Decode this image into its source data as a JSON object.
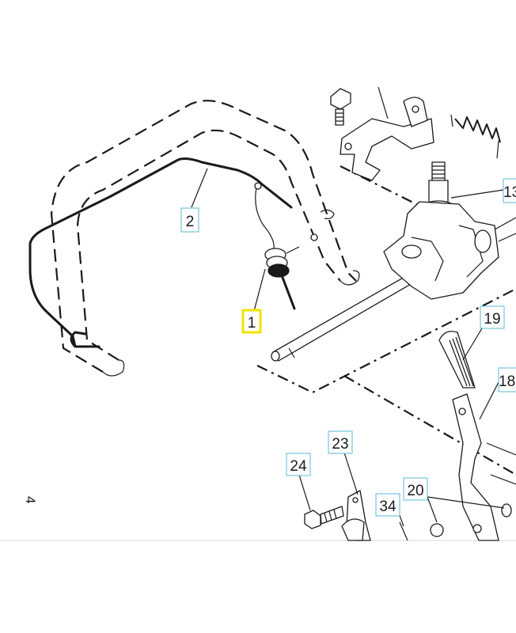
{
  "diagram": {
    "callouts": [
      {
        "id": "c1",
        "label": "1",
        "highlighted": true
      },
      {
        "id": "c2",
        "label": "2",
        "highlighted": false
      },
      {
        "id": "c13",
        "label": "13",
        "highlighted": false
      },
      {
        "id": "c18",
        "label": "18",
        "highlighted": false
      },
      {
        "id": "c19",
        "label": "19",
        "highlighted": false
      },
      {
        "id": "c20",
        "label": "20",
        "highlighted": false
      },
      {
        "id": "c23",
        "label": "23",
        "highlighted": false
      },
      {
        "id": "c24",
        "label": "24",
        "highlighted": false
      },
      {
        "id": "c34",
        "label": "34",
        "highlighted": false
      }
    ],
    "margin_mark": "4",
    "colors": {
      "callout_border": "#5bb8d6",
      "highlight_border": "#f2e200",
      "line": "#1a1a1a",
      "background": "#ffffff"
    }
  }
}
